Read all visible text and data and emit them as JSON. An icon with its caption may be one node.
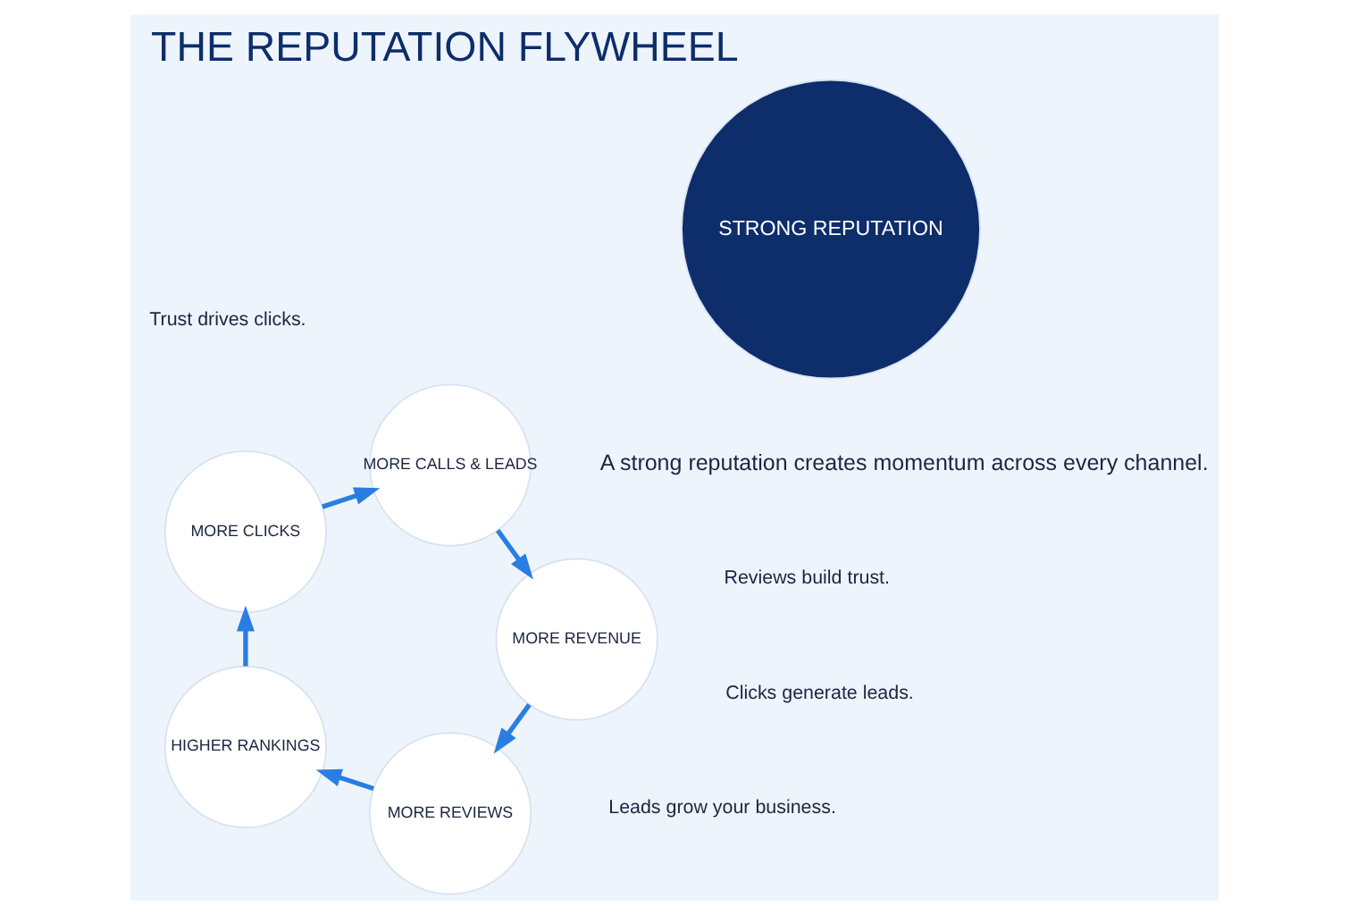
{
  "diagram": {
    "title": "THE REPUTATION FLYWHEEL",
    "nodes": [
      {
        "text": [
          "STRONG REPUTATION"
        ]
      },
      {
        "text": [
          "MORE REVIEWS"
        ]
      },
      {
        "text": [
          "HIGHER RANKINGS"
        ]
      },
      {
        "text": [
          "MORE CLICKS"
        ]
      },
      {
        "text": [
          "MORE CALLS & LEADS"
        ]
      },
      {
        "text": [
          "MORE REVENUE"
        ]
      }
    ],
    "edges": [
      {
        "from": 1,
        "to": 2,
        "arrow": "to"
      },
      {
        "from": 2,
        "to": 3,
        "arrow": "to"
      },
      {
        "from": 3,
        "to": 4,
        "arrow": "to"
      },
      {
        "from": 4,
        "to": 5,
        "arrow": "to"
      },
      {
        "from": 5,
        "to": 1,
        "arrow": "to"
      }
    ],
    "labels": [
      "A strong reputation creates momentum across every channel.",
      "Reviews build trust.",
      "Trust drives clicks.",
      "Clicks generate leads.",
      "Leads grow your business."
    ]
  }
}
